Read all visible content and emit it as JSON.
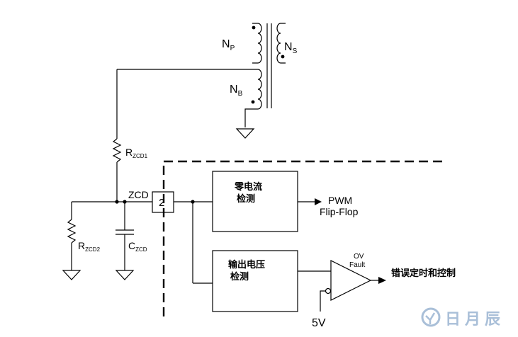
{
  "transformer": {
    "primary": {
      "main": "N",
      "sub": "P"
    },
    "secondary": {
      "main": "N",
      "sub": "S"
    },
    "bias": {
      "main": "N",
      "sub": "B"
    }
  },
  "components": {
    "rzcd1": {
      "main": "R",
      "sub": "ZCD1"
    },
    "rzcd2": {
      "main": "R",
      "sub": "ZCD2"
    },
    "czcd": {
      "main": "C",
      "sub": "ZCD"
    }
  },
  "pin": {
    "name": "ZCD",
    "number": "2"
  },
  "blocks": {
    "zero_current": {
      "line1": "零电流",
      "line2": "检测"
    },
    "output_voltage": {
      "line1": "输出电压",
      "line2": "检测"
    }
  },
  "outputs": {
    "pwm_line1": "PWM",
    "pwm_line2": "Flip-Flop",
    "fault_label_line1": "OV",
    "fault_label_line2": "Fault",
    "error_timing": "错误定时和控制",
    "reference": "5V"
  },
  "watermark": {
    "text": "日月辰"
  }
}
